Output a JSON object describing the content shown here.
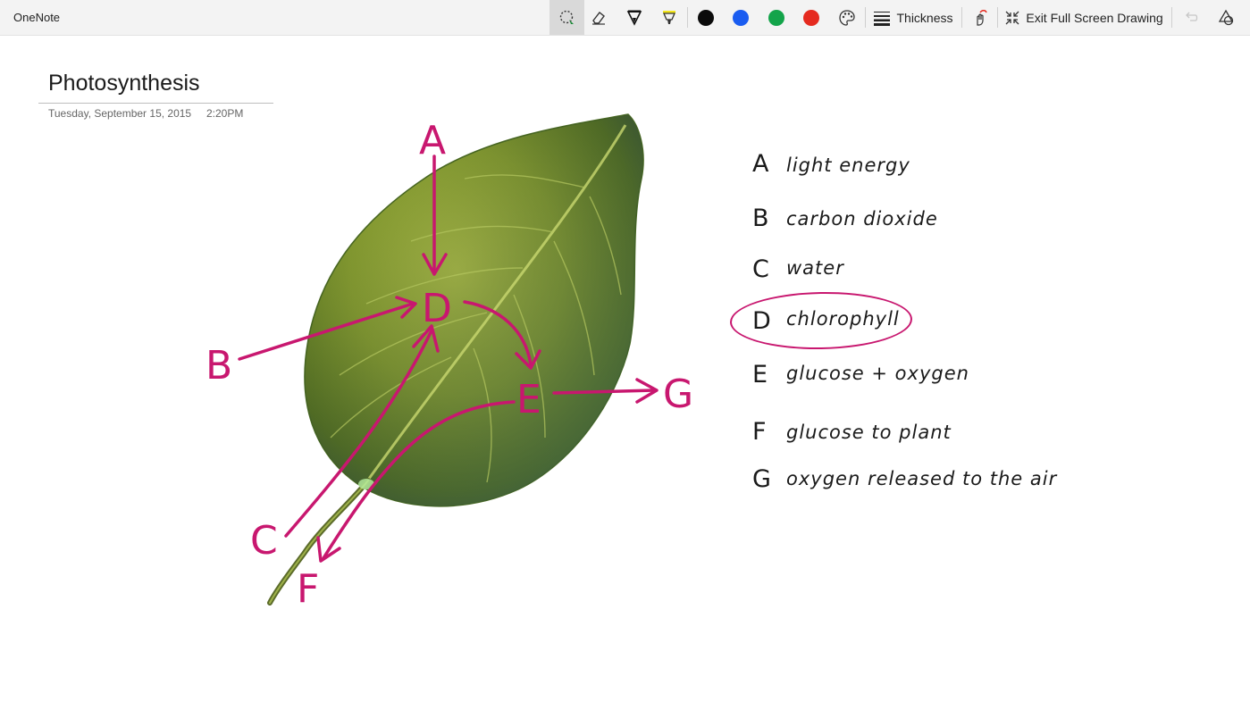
{
  "app": {
    "title": "OneNote"
  },
  "toolbar": {
    "thickness_label": "Thickness",
    "exit_label": "Exit Full Screen Drawing",
    "colors": {
      "black": "#0b0b0b",
      "blue": "#1a5cf0",
      "green": "#13a44a",
      "red": "#e52a1f"
    }
  },
  "page": {
    "title": "Photosynthesis",
    "date": "Tuesday, September 15, 2015",
    "time": "2:20PM"
  },
  "diagram": {
    "labels": {
      "A": "A",
      "B": "B",
      "C": "C",
      "D": "D",
      "E": "E",
      "F": "F",
      "G": "G"
    },
    "ink_color": "#c8176f"
  },
  "legend": [
    {
      "letter": "A",
      "text": "light energy"
    },
    {
      "letter": "B",
      "text": "carbon dioxide"
    },
    {
      "letter": "C",
      "text": "water"
    },
    {
      "letter": "D",
      "text": "chlorophyll",
      "circled": true
    },
    {
      "letter": "E",
      "text": "glucose + oxygen"
    },
    {
      "letter": "F",
      "text": "glucose to plant"
    },
    {
      "letter": "G",
      "text": "oxygen released to the air"
    }
  ]
}
